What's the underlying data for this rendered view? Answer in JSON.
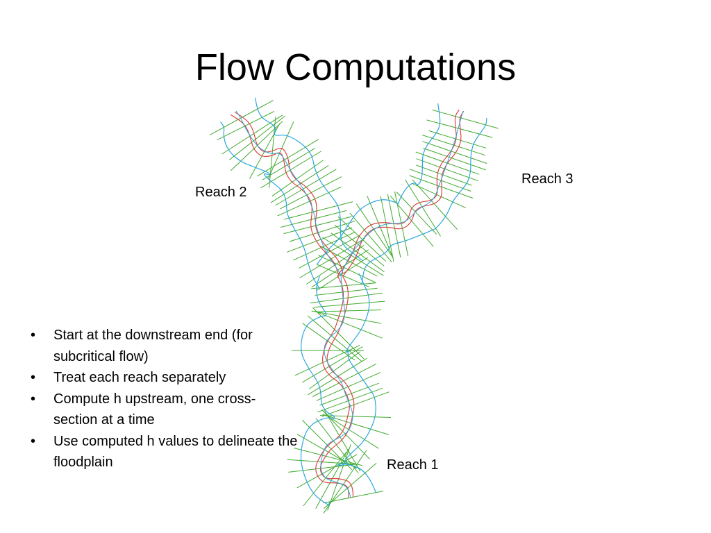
{
  "title": "Flow Computations",
  "reach_labels": {
    "reach_1": "Reach 1",
    "reach_2": "Reach 2",
    "reach_3": "Reach 3"
  },
  "bullets": [
    "Start at the downstream end (for subcritical flow)",
    "Treat each reach separately",
    "Compute h upstream, one cross-section at a time",
    "Use computed h values to delineate the floodplain"
  ],
  "colors": {
    "channel": "#d9453f",
    "floodplain_boundary": "#2aa6e0",
    "cross_sections": "#3faa2c",
    "background": "#ffffff"
  }
}
